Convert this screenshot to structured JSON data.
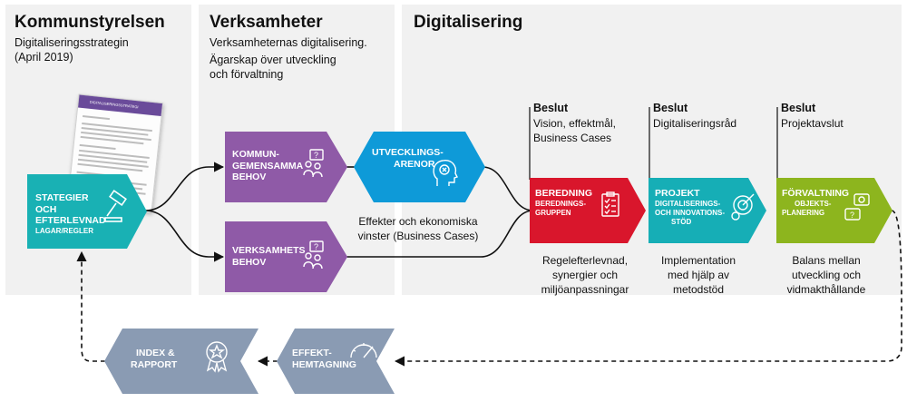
{
  "panels": {
    "kommunstyrelsen": {
      "heading": "Kommunstyrelsen",
      "sub_line1": "Digitaliseringsstrategin",
      "sub_line2": "(April 2019)"
    },
    "verksamheter": {
      "heading": "Verksamheter",
      "sub_line1": "Verksamheternas digitalisering.",
      "sub_line2": "Ägarskap över utveckling",
      "sub_line3": "och förvaltning"
    },
    "digitalisering": {
      "heading": "Digitalisering"
    }
  },
  "document": {
    "band_text": "DIGITALISERINGSSTRATEGI"
  },
  "shapes": {
    "strategier": {
      "line1": "Stategier",
      "line2": "och",
      "line3": "efterlevnad",
      "small": "lagar/regler",
      "color": "#19b1b4",
      "icon": "gavel-icon"
    },
    "kommungemensamma": {
      "line1": "Kommun-",
      "line2": "gemensamma",
      "line3": "behov",
      "color": "#8f5aa7",
      "icon": "people-question-icon"
    },
    "verksamhetsbehov": {
      "line1": "Verksamhets",
      "line2": "behov",
      "color": "#8f5aa7",
      "icon": "people-question-icon"
    },
    "utvecklingsarenor": {
      "line1": "Utvecklings-",
      "line2": "arenor",
      "color": "#0e9ad8",
      "icon": "brain-head-icon"
    },
    "beredning": {
      "line1": "Beredning",
      "small1": "Berednings-",
      "small2": "gruppen",
      "color": "#d9162c",
      "icon": "checklist-icon"
    },
    "projekt": {
      "line1": "Projekt",
      "small1": "Digitaliserings-",
      "small2": "och innovations-",
      "small3": "stöd",
      "color": "#16aeb6",
      "icon": "gear-target-icon"
    },
    "forvaltning": {
      "line1": "Förvaltning",
      "small1": "Objekts-",
      "small2": "planering",
      "color": "#8db51e",
      "icon": "chat-gear-icon"
    },
    "effekthemtagning": {
      "line1": "Effekt-",
      "line2": "hemtagning",
      "color": "#8a9bb3",
      "icon": "gauge-icon"
    },
    "index": {
      "line1": "Index &",
      "line2": "rapport",
      "color": "#8a9bb3",
      "icon": "award-ribbon-icon"
    }
  },
  "beslut": [
    {
      "title": "Beslut",
      "line1": "Vision, effektmål,",
      "line2": "Business Cases"
    },
    {
      "title": "Beslut",
      "line1": "Digitaliseringsråd"
    },
    {
      "title": "Beslut",
      "line1": "Projektavslut"
    }
  ],
  "captions": {
    "effekter_line1": "Effekter och ekonomiska",
    "effekter_line2": "vinster (Business Cases)",
    "beredning_line1": "Regelefterlevnad,",
    "beredning_line2": "synergier och",
    "beredning_line3": "miljöanpassningar",
    "projekt_line1": "Implementation",
    "projekt_line2": "med hjälp av",
    "projekt_line3": "metodstöd",
    "forvaltning_line1": "Balans mellan",
    "forvaltning_line2": "utveckling och",
    "forvaltning_line3": "vidmakthållande"
  }
}
